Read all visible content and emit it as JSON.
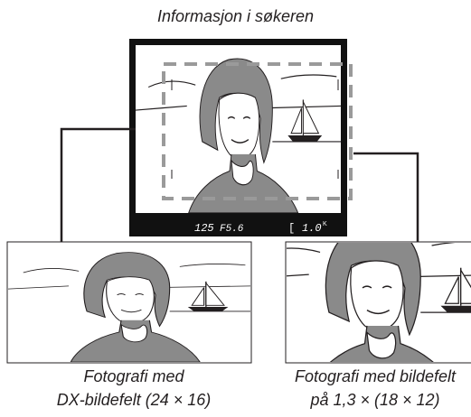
{
  "title": "Informasjon i søkeren",
  "viewfinder_readout": {
    "shutter": "125",
    "aperture": "F5.6",
    "bracket": "[",
    "frames": "1.0",
    "suffix": "K"
  },
  "captions": {
    "left": [
      "Fotografi med",
      "DX-bildefelt (24 × 16)"
    ],
    "right": [
      "Fotografi med bildefelt",
      "på 1,3 × (18 × 12)"
    ]
  },
  "colors": {
    "frame": "#111111",
    "crop_marks": "#9a9a9a",
    "ink": "#231f20"
  }
}
